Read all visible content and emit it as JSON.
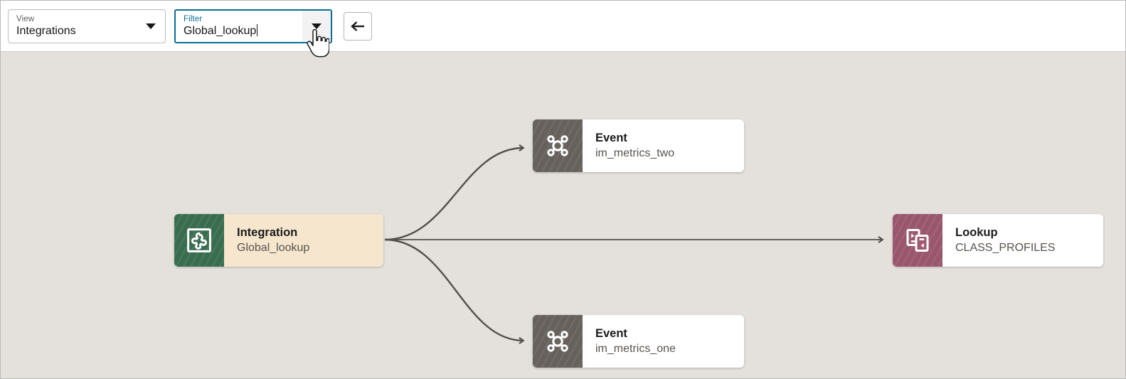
{
  "toolbar": {
    "view_select": {
      "label": "View",
      "value": "Integrations",
      "icon": "chevron-down-icon"
    },
    "filter_select": {
      "label": "Filter",
      "value": "Global_lookup",
      "icon": "chevron-down-icon"
    },
    "back_button": {
      "icon": "arrow-left-icon",
      "label": "←"
    }
  },
  "cursor": {
    "icon": "hand-pointer-cursor"
  },
  "canvas": {
    "background_color": "#e4e1dc",
    "nodes": [
      {
        "id": "integration",
        "title": "Integration",
        "subtitle": "Global_lookup",
        "icon": "integration-puzzle-icon",
        "icon_color": "#3d7254",
        "body_color": "#f6e6cd"
      },
      {
        "id": "event-two",
        "title": "Event",
        "subtitle": "im_metrics_two",
        "icon": "event-network-icon",
        "icon_color": "#6b6560",
        "body_color": "#ffffff"
      },
      {
        "id": "event-one",
        "title": "Event",
        "subtitle": "im_metrics_one",
        "icon": "event-network-icon",
        "icon_color": "#6b6560",
        "body_color": "#ffffff"
      },
      {
        "id": "lookup",
        "title": "Lookup",
        "subtitle": "CLASS_PROFILES",
        "icon": "lookup-cards-icon",
        "icon_color": "#a05b72",
        "body_color": "#ffffff"
      }
    ],
    "edges": [
      {
        "from": "integration",
        "to": "event-two",
        "style": "curved-arrow"
      },
      {
        "from": "integration",
        "to": "lookup",
        "style": "straight-arrow"
      },
      {
        "from": "integration",
        "to": "event-one",
        "style": "curved-arrow"
      }
    ],
    "edge_color": "#52504c"
  }
}
